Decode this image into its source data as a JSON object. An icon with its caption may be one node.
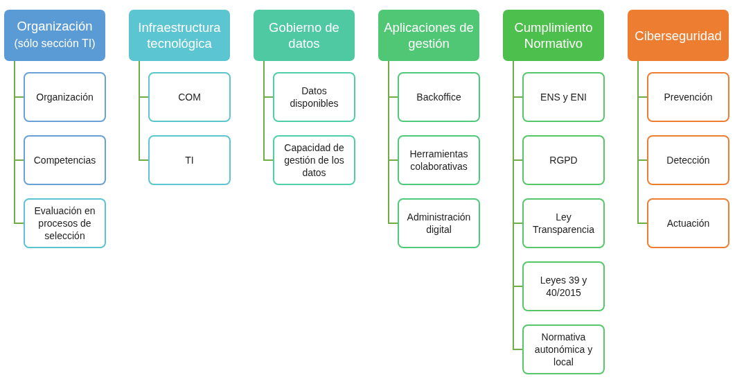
{
  "diagram": {
    "nodes": [
      {
        "text": [
          "Organización",
          "(sólo sección TI)"
        ]
      },
      {
        "text": [
          "Organización"
        ]
      },
      {
        "text": [
          "Competencias"
        ]
      },
      {
        "text": [
          "Evaluación en procesos de selección"
        ]
      },
      {
        "text": [
          "Infraestructura tecnológica"
        ]
      },
      {
        "text": [
          "COM"
        ]
      },
      {
        "text": [
          "TI"
        ]
      },
      {
        "text": [
          "Gobierno de datos"
        ]
      },
      {
        "text": [
          "Datos disponibles"
        ]
      },
      {
        "text": [
          "Capacidad de gestión de los datos"
        ]
      },
      {
        "text": [
          "Aplicaciones de gestión"
        ]
      },
      {
        "text": [
          "Backoffice"
        ]
      },
      {
        "text": [
          "Herramientas colaborativas"
        ]
      },
      {
        "text": [
          "Administración digital"
        ]
      },
      {
        "text": [
          "Cumplimiento Normativo"
        ]
      },
      {
        "text": [
          "ENS y ENI"
        ]
      },
      {
        "text": [
          "RGPD"
        ]
      },
      {
        "text": [
          "Ley Transparencia"
        ]
      },
      {
        "text": [
          "Leyes 39 y 40/2015"
        ]
      },
      {
        "text": [
          "Normativa autonómica y local"
        ]
      },
      {
        "text": [
          "Ciberseguridad"
        ]
      },
      {
        "text": [
          "Prevención"
        ]
      },
      {
        "text": [
          "Detección"
        ]
      },
      {
        "text": [
          "Actuación"
        ]
      }
    ],
    "edges": [
      {
        "from": 0,
        "to": 1,
        "arrow": "none"
      },
      {
        "from": 0,
        "to": 2,
        "arrow": "none"
      },
      {
        "from": 0,
        "to": 3,
        "arrow": "none"
      },
      {
        "from": 4,
        "to": 5,
        "arrow": "none"
      },
      {
        "from": 4,
        "to": 6,
        "arrow": "none"
      },
      {
        "from": 7,
        "to": 8,
        "arrow": "none"
      },
      {
        "from": 7,
        "to": 9,
        "arrow": "none"
      },
      {
        "from": 10,
        "to": 11,
        "arrow": "none"
      },
      {
        "from": 10,
        "to": 12,
        "arrow": "none"
      },
      {
        "from": 10,
        "to": 13,
        "arrow": "none"
      },
      {
        "from": 14,
        "to": 15,
        "arrow": "none"
      },
      {
        "from": 14,
        "to": 16,
        "arrow": "none"
      },
      {
        "from": 14,
        "to": 17,
        "arrow": "none"
      },
      {
        "from": 14,
        "to": 18,
        "arrow": "none"
      },
      {
        "from": 14,
        "to": 19,
        "arrow": "none"
      },
      {
        "from": 20,
        "to": 21,
        "arrow": "none"
      },
      {
        "from": 20,
        "to": 22,
        "arrow": "none"
      },
      {
        "from": 20,
        "to": 23,
        "arrow": "none"
      }
    ]
  }
}
